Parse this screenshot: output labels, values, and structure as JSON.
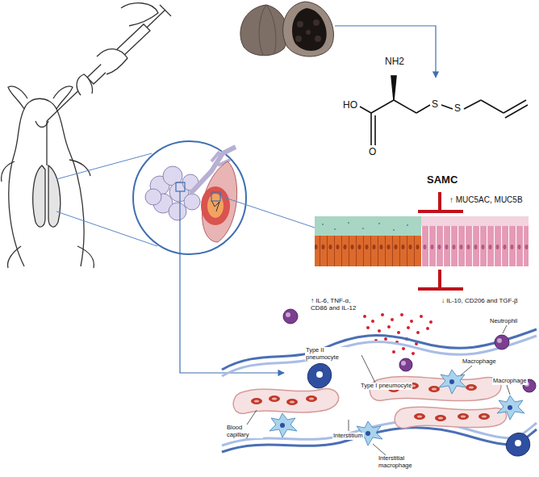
{
  "diagram": {
    "labels": [
      "NH2",
      "HO",
      "O",
      "S",
      "S",
      "SAMC",
      "↑ MUC5AC, MUC5B",
      "↑ IL-6, TNF-α, CD86 and IL-12",
      "↓ IL-10, CD206 and TGF-β",
      "Neutrophil",
      "Type II pneumocyte",
      "Type I pneumocyte",
      "Macrophage",
      "Macrophage",
      "Blood capillary",
      "Interstitium",
      "Interstitial macrophage"
    ]
  }
}
